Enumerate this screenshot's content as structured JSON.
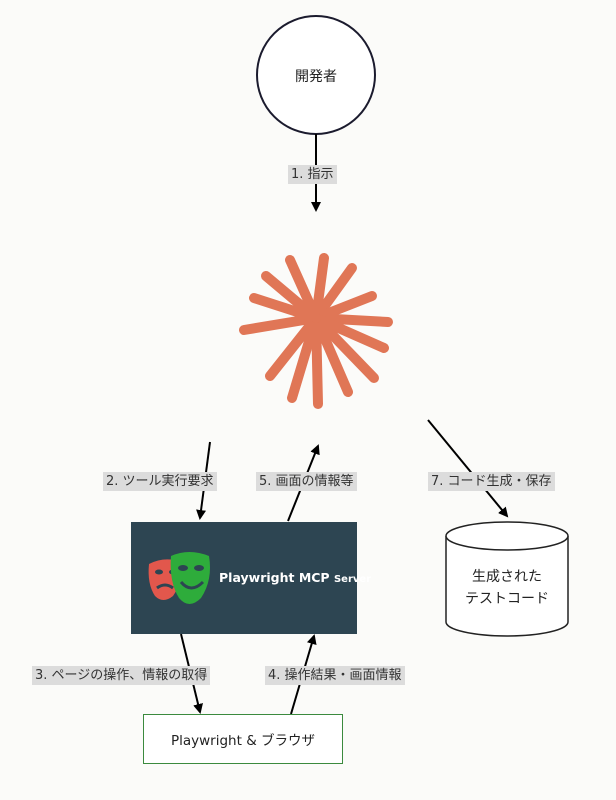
{
  "nodes": {
    "developer": "開発者",
    "mcp_server_title": "Playwright MCP",
    "mcp_server_suffix": "Server",
    "browser": "Playwright & ブラウザ",
    "storage_line1": "生成された",
    "storage_line2": "テストコード"
  },
  "edges": {
    "step1": "1. 指示",
    "step2": "2. ツール実行要求",
    "step3": "3. ページの操作、情報の取得",
    "step4": "4. 操作結果・画面情報",
    "step5": "5. 画面の情報等",
    "step7": "7. コード生成・保存"
  },
  "colors": {
    "burst": "#e07656",
    "pw_background": "#2d4552",
    "mask_red": "#e2574c",
    "mask_green": "#2eac3b",
    "browser_border": "#3b8a3e",
    "label_background": "#dcdcdc"
  }
}
